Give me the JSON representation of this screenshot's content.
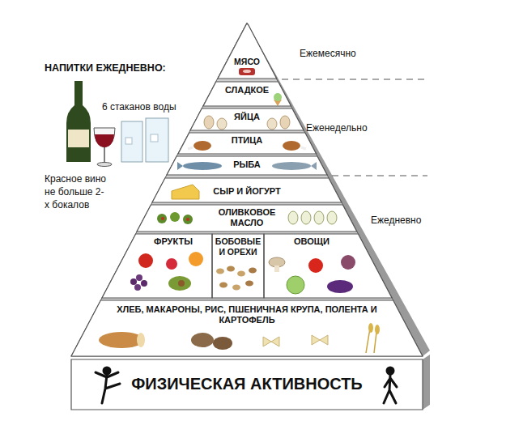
{
  "diagram": {
    "nodes": [
      {
        "text": [
          "МЯСО"
        ]
      },
      {
        "text": [
          "СЛАДКОЕ"
        ]
      },
      {
        "text": [
          "ЯЙЦА"
        ]
      },
      {
        "text": [
          "ПТИЦА"
        ]
      },
      {
        "text": [
          "РЫБА"
        ]
      },
      {
        "text": [
          "СЫР И ЙОГУРТ"
        ]
      },
      {
        "text": [
          "ОЛИВКОВОЕ МАСЛО"
        ]
      },
      {
        "text": [
          "ФРУКТЫ"
        ]
      },
      {
        "text": [
          "БОБОВЫЕ И ОРЕХИ"
        ]
      },
      {
        "text": [
          "ОВОЩИ"
        ]
      },
      {
        "text": [
          "ХЛЕБ, МАКАРОНЫ, РИС, ПШЕНИЧНАЯ КРУПА, ПОЛЕНТА И КАРТОФЕЛЬ"
        ]
      },
      {
        "text": [
          "ФИЗИЧЕСКАЯ АКТИВНОСТЬ"
        ]
      }
    ],
    "labels": [
      "НАПИТКИ ЕЖЕДНЕВНО:",
      "6 стаканов воды",
      "Красное вино не больше 2-х бокалов",
      "Ежемесячно",
      "Еженедельно",
      "Ежедневно"
    ]
  }
}
